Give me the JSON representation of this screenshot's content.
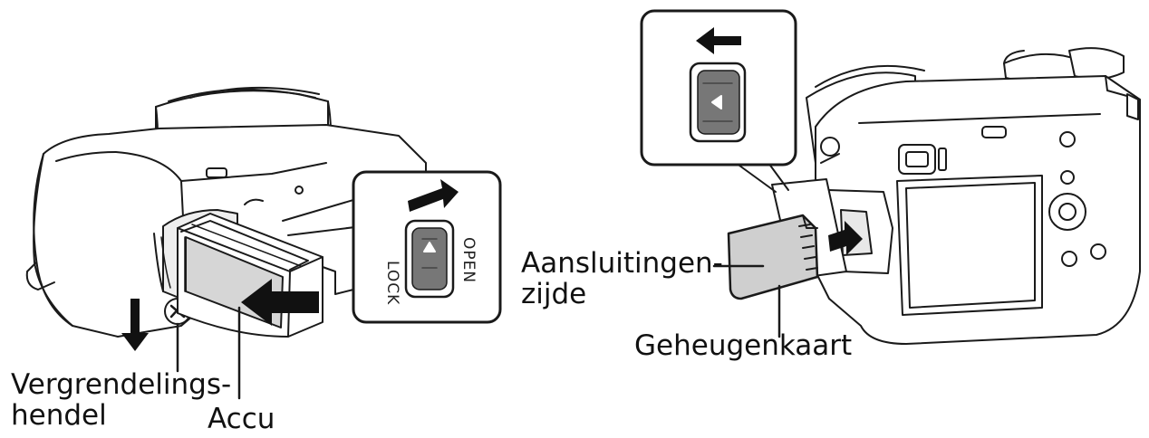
{
  "labels": {
    "lock_lever_line1": "Vergrendelings-",
    "lock_lever_line2": "hendel",
    "battery": "Accu",
    "terminal_side_line1": "Aansluitingen-",
    "terminal_side_line2": "zijde",
    "memory_card": "Geheugenkaart"
  },
  "switch_text": {
    "open": "OPEN",
    "lock": "LOCK"
  },
  "colors": {
    "line": "#1a1a1a",
    "fill_gray": "#cfcfcf",
    "dark_gray": "#555555"
  }
}
